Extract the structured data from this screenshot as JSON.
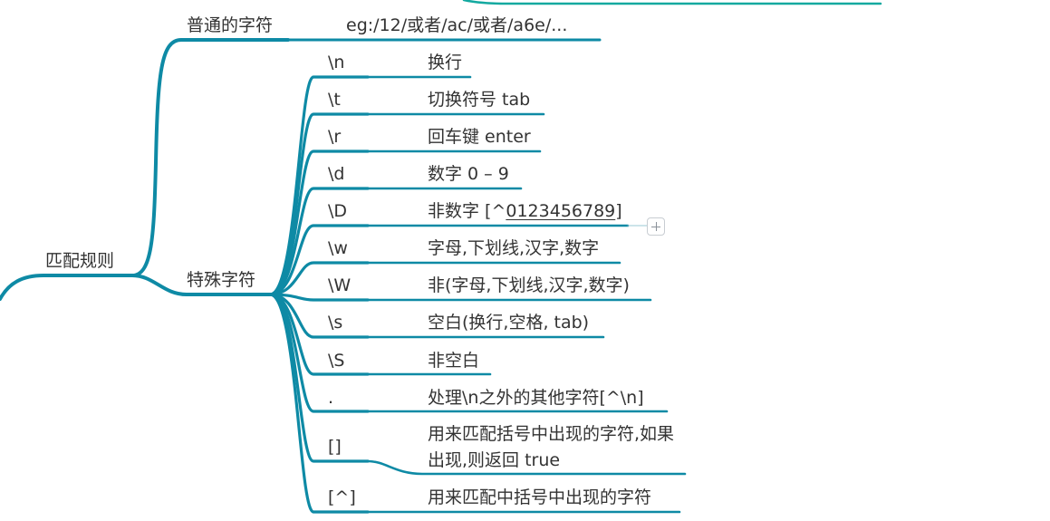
{
  "colors": {
    "branch": "#0e8aa5",
    "top_edge": "#13a9a0",
    "text": "#333333"
  },
  "root": {
    "label": "匹配规则"
  },
  "branches": {
    "normal": {
      "label": "普通的字符",
      "example": "eg:/12/或者/ac/或者/a6e/..."
    },
    "special": {
      "label": "特殊字符"
    }
  },
  "special_items": [
    {
      "key": "\\n",
      "desc": "换行"
    },
    {
      "key": "\\t",
      "desc": "切换符号 tab"
    },
    {
      "key": "\\r",
      "desc": "回车键 enter"
    },
    {
      "key": "\\d",
      "desc": "数字 0 – 9"
    },
    {
      "key": "\\D",
      "desc_prefix": "非数字 [^",
      "desc_link": "0123456789",
      "desc_suffix": "]"
    },
    {
      "key": "\\w",
      "desc": "字母,下划线,汉字,数字"
    },
    {
      "key": "\\W",
      "desc": "非(字母,下划线,汉字,数字)"
    },
    {
      "key": "\\s",
      "desc": "空白(换行,空格, tab)"
    },
    {
      "key": "\\S",
      "desc": "非空白"
    },
    {
      "key": ".",
      "desc": "处理\\n之外的其他字符[^\\n]"
    },
    {
      "key": "[]",
      "desc": "用来匹配括号中出现的字符,如果出现,则返回 true"
    },
    {
      "key": "[^]",
      "desc": "用来匹配中括号中出现的字符"
    }
  ],
  "icons": {
    "expand": "plus-square-icon"
  }
}
